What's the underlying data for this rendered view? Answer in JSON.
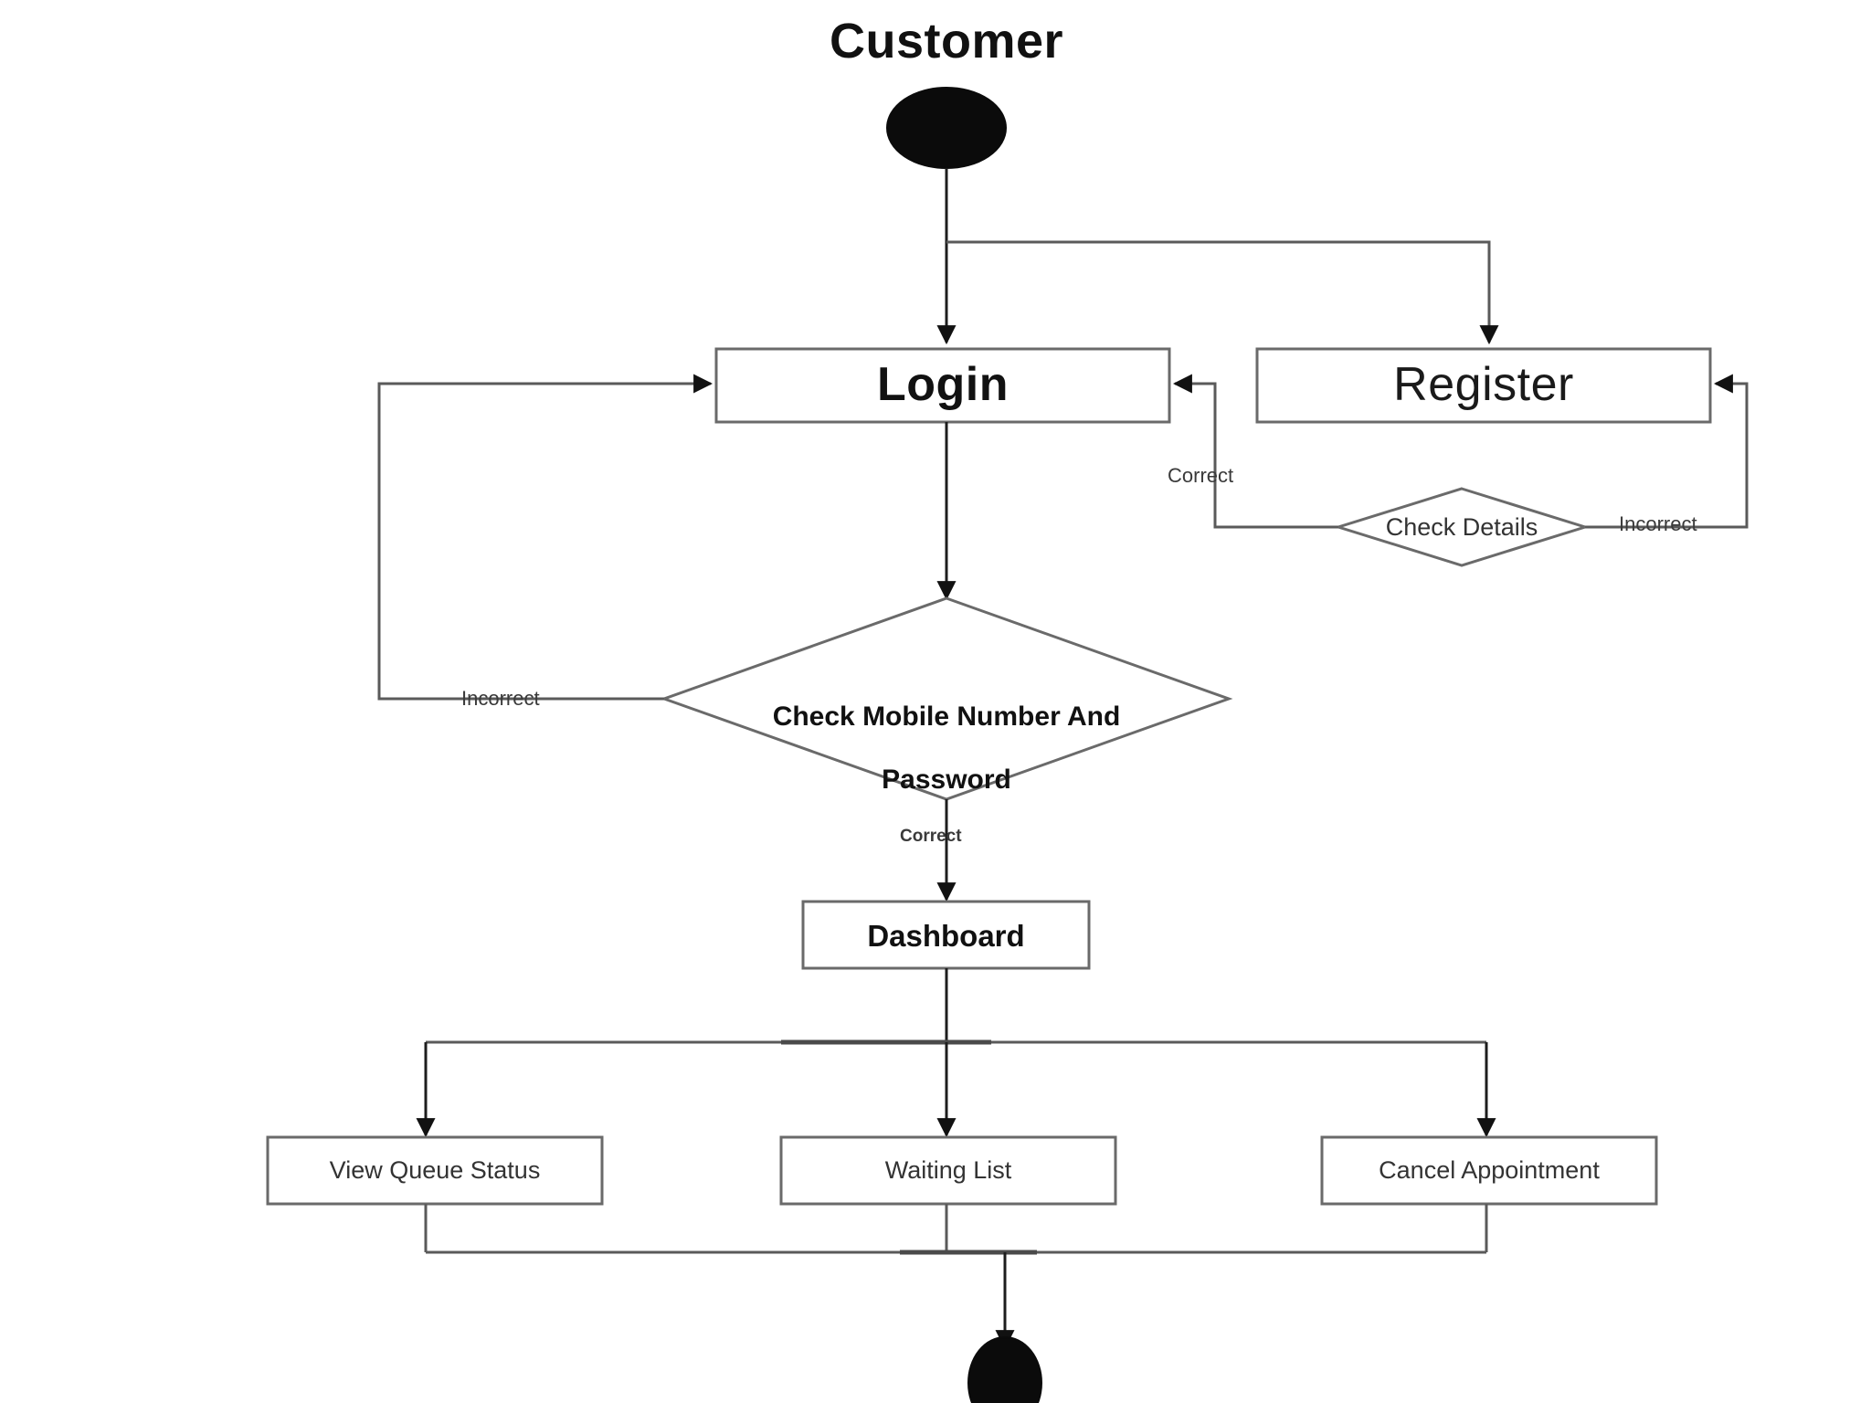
{
  "diagram": {
    "type": "uml-activity-diagram",
    "title": "Customer",
    "background_color": "#ffffff",
    "line_color": "#555555",
    "node_fill": "#ffffff",
    "text_color": "#111111",
    "nodes": {
      "start": {
        "label": "",
        "shape": "initial-node"
      },
      "login": {
        "label": "Login",
        "shape": "activity"
      },
      "register": {
        "label": "Register",
        "shape": "activity"
      },
      "check_details": {
        "label": "Check Details",
        "shape": "decision"
      },
      "check_credentials": {
        "label": "Check Mobile Number And Password",
        "line1": "Check Mobile Number And",
        "line2": "Password",
        "shape": "decision"
      },
      "dashboard": {
        "label": "Dashboard",
        "shape": "activity"
      },
      "view_queue_status": {
        "label": "View Queue Status",
        "shape": "activity"
      },
      "waiting_list": {
        "label": "Waiting List",
        "shape": "activity"
      },
      "cancel_appointment": {
        "label": "Cancel Appointment",
        "shape": "activity"
      },
      "end": {
        "label": "",
        "shape": "final-node"
      }
    },
    "edge_labels": {
      "register_correct": "Correct",
      "register_incorrect": "Incorrect",
      "login_incorrect": "Incorrect",
      "login_correct": "Correct"
    }
  }
}
